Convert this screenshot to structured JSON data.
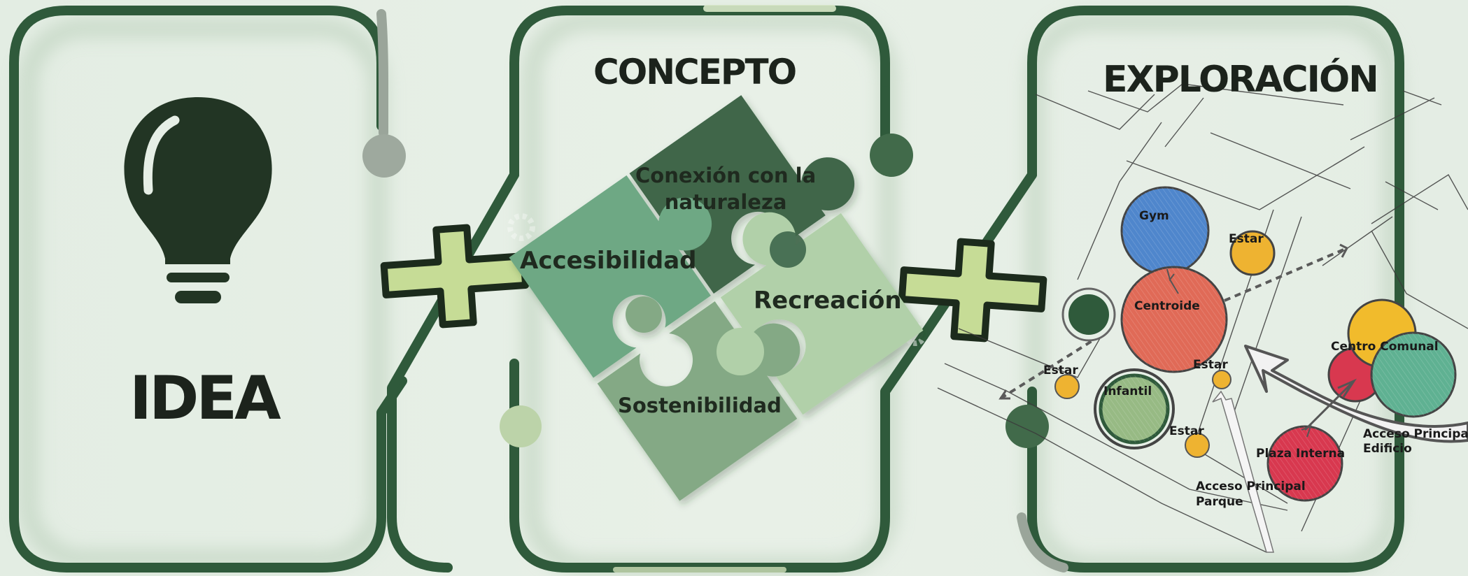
{
  "panels": {
    "idea": {
      "title": "IDEA"
    },
    "concepto": {
      "title": "CONCEPTO",
      "pieces": [
        {
          "label": "Conexión con la\nnaturaleza",
          "color": "#3f664a"
        },
        {
          "label": "Accesibilidad",
          "color": "#6ea884"
        },
        {
          "label": "Recreación",
          "color": "#b1d0a9"
        },
        {
          "label": "Sostenibilidad",
          "color": "#84a985"
        }
      ]
    },
    "exploracion": {
      "title": "EXPLORACIÓN",
      "labels": {
        "gym": "Gym",
        "estar1": "Estar",
        "centroide": "Centroide",
        "estar2": "Estar",
        "estar3": "Estar",
        "infantil": "Infantil",
        "estar4": "Estar",
        "centro_comunal": "Centro Comunal",
        "plaza_interna": "Plaza Interna",
        "acceso_edificio": "Acceso Principal\nEdificio",
        "acceso_parque": "Acceso Principal\nParque"
      }
    }
  },
  "colors": {
    "background": "#e6efe6",
    "frame_dark": "#2f5a3b",
    "icon_dark": "#223524",
    "plus_fill": "#c6dc96",
    "gym": "#4f86cc",
    "centroide": "#e06a57",
    "estar": "#eeb331",
    "infantil": "#97ba84",
    "centro_comunal_yellow": "#f1bb2c",
    "centro_comunal_green": "#5fb192",
    "plaza_interna": "#d8384f"
  }
}
